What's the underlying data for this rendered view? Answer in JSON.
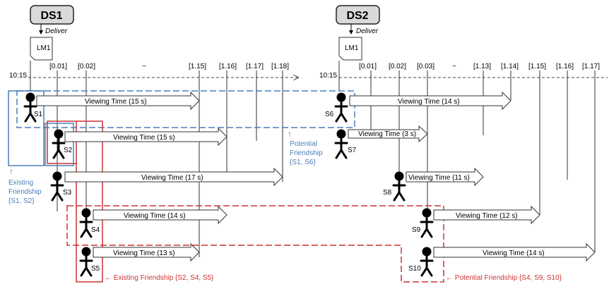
{
  "ds1": {
    "title": "DS1",
    "deliver": "Deliver",
    "lm": "LM1",
    "start_time": "10:15",
    "ticks": [
      "[0.01]",
      "[0.02]",
      "~",
      "[1.15]",
      "[1.16]",
      "[1.17]",
      "[1.18]"
    ],
    "students": [
      {
        "id": "S1",
        "viewing": "Viewing Time (15 s)"
      },
      {
        "id": "S2",
        "viewing": "Viewing Time (15 s)"
      },
      {
        "id": "S3",
        "viewing": "Viewing Time (17 s)"
      },
      {
        "id": "S4",
        "viewing": "Viewing Time (14 s)"
      },
      {
        "id": "S5",
        "viewing": "Viewing Time (13 s)"
      }
    ]
  },
  "ds2": {
    "title": "DS2",
    "deliver": "Deliver",
    "lm": "LM1",
    "start_time": "10:15",
    "ticks": [
      "[0.01]",
      "[0.02]",
      "[0.03]",
      "~",
      "[1.13]",
      "[1.14]",
      "[1.15]",
      "[1.16]",
      "[1.17]"
    ],
    "students": [
      {
        "id": "S6",
        "viewing": "Viewing Time (14 s)"
      },
      {
        "id": "S7",
        "viewing": "Viewing Time (3 s)"
      },
      {
        "id": "S8",
        "viewing": "Viewing Time (11 s)"
      },
      {
        "id": "S9",
        "viewing": "Viewing Time (12 s)"
      },
      {
        "id": "S10",
        "viewing": "Viewing Time (14 s)"
      }
    ]
  },
  "annotations": {
    "existing_s1_s2": {
      "arrow": "↑",
      "line1": "Existing",
      "line2": "Friendship",
      "line3": "{S1, S2}"
    },
    "potential_s1_s6": {
      "arrow": "↑",
      "line1": "Potential",
      "line2": "Friendship",
      "line3": "{S1, S6}"
    },
    "existing_s2_s4_s5": "← Existing Friendship {S2, S4, S5}",
    "potential_s4_s9_s10": "← Potential Friendship {S4, S9, S10}"
  },
  "colors": {
    "blue": "#4a7ebb",
    "red": "#cc3333",
    "header_fill": "#d9d9d9"
  }
}
